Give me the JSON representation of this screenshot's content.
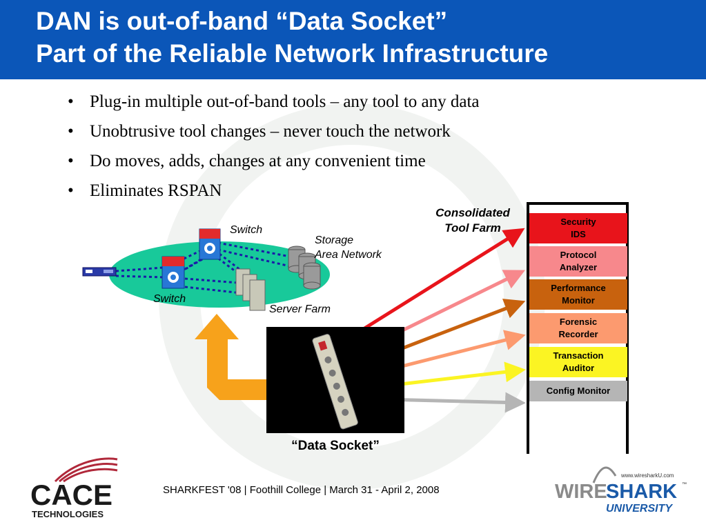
{
  "slide": {
    "title_line1": "DAN is out-of-band “Data Socket”",
    "title_line2": "Part of the Reliable Network Infrastructure"
  },
  "bullets": [
    "Plug-in multiple out-of-band tools – any tool to any data",
    "Unobtrusive tool changes – never touch the network",
    "Do moves, adds, changes at any convenient time",
    "Eliminates RSPAN"
  ],
  "diagram": {
    "switch_top_label": "Switch",
    "switch_bottom_label": "Switch",
    "storage_label_1": "Storage",
    "storage_label_2": "Area Network",
    "server_farm_label": "Server Farm",
    "data_socket_label": "“Data Socket”",
    "tool_farm_label_1": "Consolidated",
    "tool_farm_label_2": "Tool Farm",
    "tools": [
      {
        "label": "Security\nIDS",
        "color": "#e8141b"
      },
      {
        "label": "Protocol\nAnalyzer",
        "color": "#f7888c"
      },
      {
        "label": "Performance\nMonitor",
        "color": "#c8620e"
      },
      {
        "label": "Forensic\nRecorder",
        "color": "#fc9a6f"
      },
      {
        "label": "Transaction\nAuditor",
        "color": "#fbf423"
      },
      {
        "label": "Config Monitor",
        "color": "#b5b5b5"
      }
    ],
    "network_color": "#18c99a",
    "orange_arrow_color": "#f7a21b"
  },
  "footer": {
    "text": "SHARKFEST '08  |  Foothill College  |  March 31 - April 2, 2008"
  },
  "logos": {
    "cace_word": "CACE",
    "cace_sub": "TECHNOLOGIES",
    "ws_word1": "WIRE",
    "ws_word2": "SHARK",
    "ws_tm": "™",
    "ws_sub": "UNIVERSITY",
    "ws_url": "www.wiresharkU.com"
  }
}
